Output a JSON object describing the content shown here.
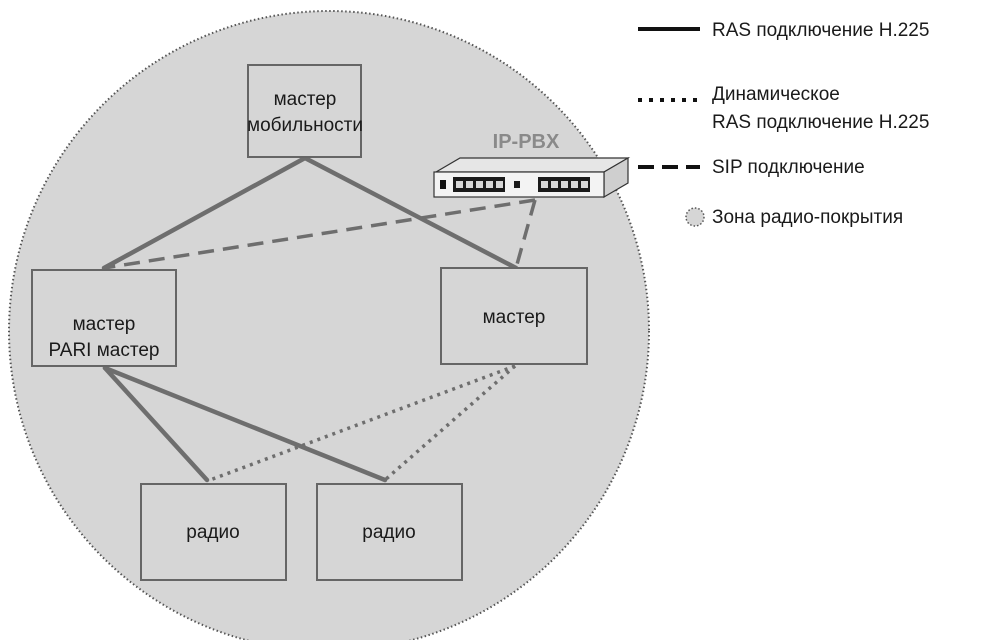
{
  "nodes": {
    "mobility_master": {
      "lines": [
        "мастер",
        "мобильности"
      ]
    },
    "pari_master": {
      "lines": [
        "мастер",
        "PARI мастер"
      ]
    },
    "master": {
      "lines": [
        "мастер"
      ]
    },
    "radio_left": {
      "lines": [
        "радио"
      ]
    },
    "radio_right": {
      "lines": [
        "радио"
      ]
    }
  },
  "pbx": {
    "label": "IP-PBX",
    "icon": "network-switch-icon"
  },
  "legend": {
    "ras": "RAS подключение H.225",
    "dynamic_ras_1": "Динамическое",
    "dynamic_ras_2": "RAS подключение H.225",
    "sip": "SIP подключение",
    "zone": "Зона радио-покрытия"
  },
  "colors": {
    "zone_fill": "#d6d6d6",
    "zone_border": "#555555",
    "link": "#6e6e6e",
    "box_border": "#666666",
    "legend_line": "#111111"
  }
}
